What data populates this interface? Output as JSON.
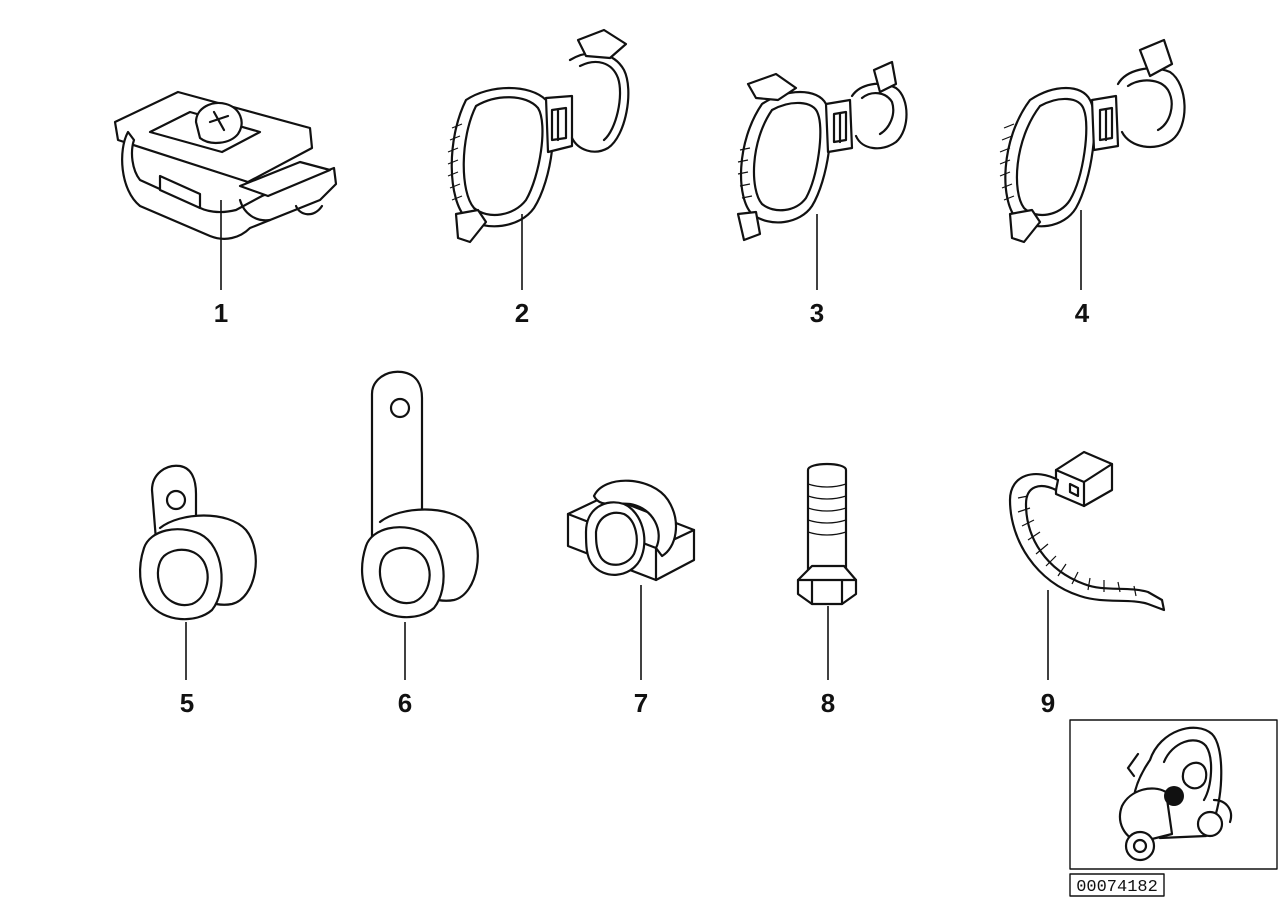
{
  "parts": [
    {
      "label": "1"
    },
    {
      "label": "2"
    },
    {
      "label": "3"
    },
    {
      "label": "4"
    },
    {
      "label": "5"
    },
    {
      "label": "6"
    },
    {
      "label": "7"
    },
    {
      "label": "8"
    },
    {
      "label": "9"
    }
  ],
  "diagram_code": "00074182",
  "colors": {
    "line": "#111111",
    "background": "#ffffff"
  }
}
